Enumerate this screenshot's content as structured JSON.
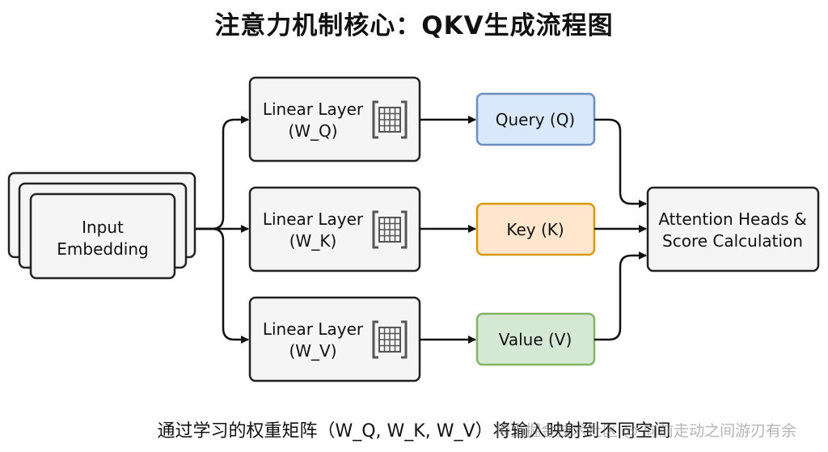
{
  "title": "注意力机制核心：QKV生成流程图",
  "caption": "通过学习的权重矩阵（W_Q, W_K, W_V）将输入映射到不同空间",
  "watermark": "稀土掘金技术社区 @ 向前走动之间游刃有余",
  "nodes": {
    "input": {
      "line1": "Input",
      "line2": "Embedding"
    },
    "linear_q": {
      "line1": "Linear Layer",
      "line2": "(W_Q)"
    },
    "linear_k": {
      "line1": "Linear Layer",
      "line2": "(W_K)"
    },
    "linear_v": {
      "line1": "Linear Layer",
      "line2": "(W_V)"
    },
    "query": {
      "label": "Query (Q)"
    },
    "key": {
      "label": "Key (K)"
    },
    "value": {
      "label": "Value (V)"
    },
    "attention": {
      "line1": "Attention Heads &",
      "line2": "Score Calculation"
    }
  },
  "colors": {
    "query_fill": "#dae8fc",
    "query_stroke": "#6c8ebf",
    "key_fill": "#ffe6cc",
    "key_stroke": "#d79b00",
    "value_fill": "#d5e8d4",
    "value_stroke": "#82b366",
    "box_fill": "#f5f5f5",
    "box_stroke": "#222222"
  },
  "icons": {
    "matrix": "matrix-grid-icon"
  }
}
